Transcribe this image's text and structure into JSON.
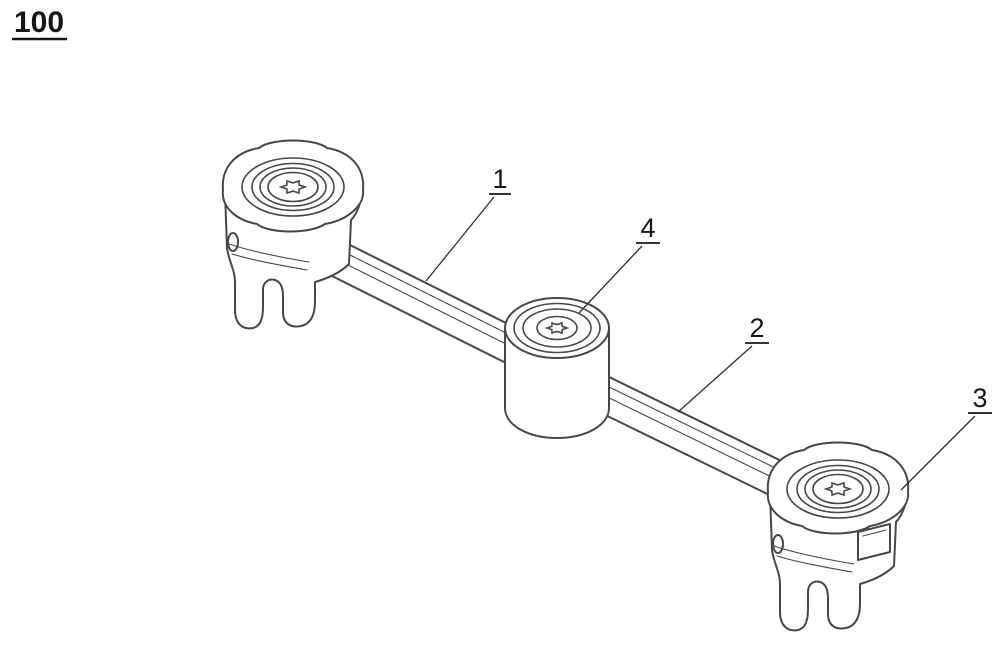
{
  "figure": {
    "number": "100",
    "background_color": "#ffffff",
    "line_color": "#474747",
    "text_color": "#161616"
  },
  "reference_labels": {
    "part1": "1",
    "part2": "2",
    "part3": "3",
    "part4": "4"
  }
}
